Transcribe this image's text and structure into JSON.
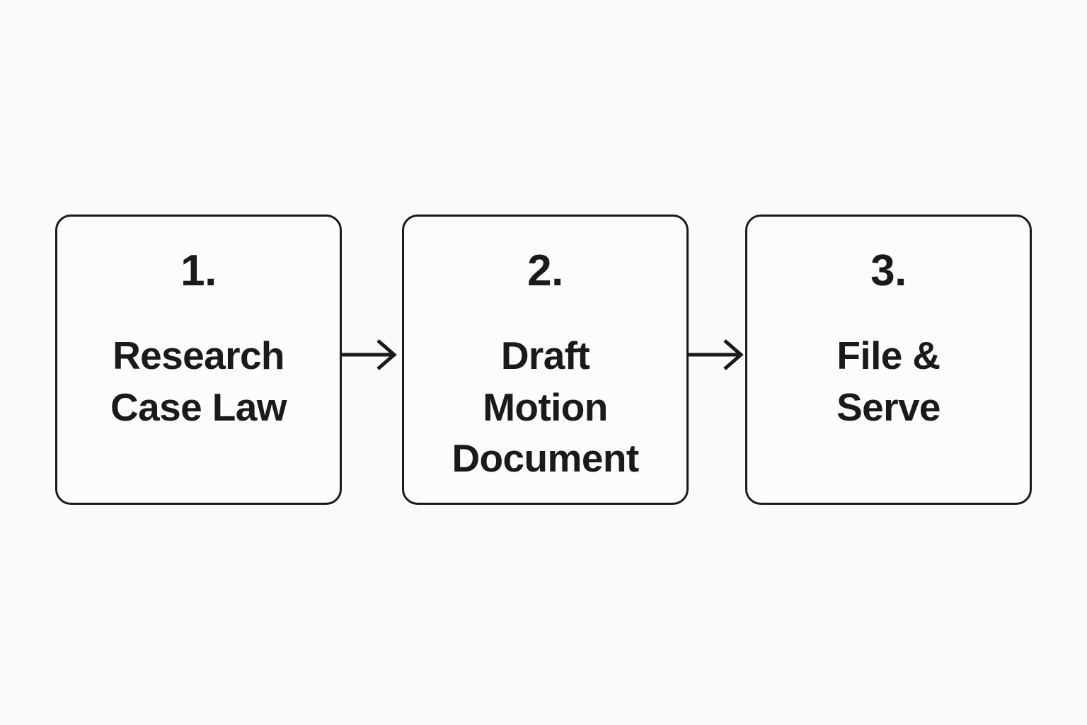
{
  "diagram": {
    "type": "process-flow",
    "orientation": "horizontal",
    "background_color": "#fafafa",
    "stroke_color": "#1a1a1a",
    "text_color": "#1a1a1a",
    "box_fill": "#fcfcfc",
    "step_count": 3,
    "steps": [
      {
        "number": "1.",
        "label": "Research\nCase Law",
        "label_lines": [
          "Research",
          "Case Law"
        ]
      },
      {
        "number": "2.",
        "label": "Draft\nMotion\nDocument",
        "label_lines": [
          "Draft",
          "Motion",
          "Document"
        ]
      },
      {
        "number": "3.",
        "label": "File &\nServe",
        "label_lines": [
          "File &",
          "Serve"
        ]
      }
    ],
    "connectors": [
      {
        "from": "1.",
        "to": "2.",
        "icon": "arrow-right-icon"
      },
      {
        "from": "2.",
        "to": "3.",
        "icon": "arrow-right-icon"
      }
    ]
  }
}
